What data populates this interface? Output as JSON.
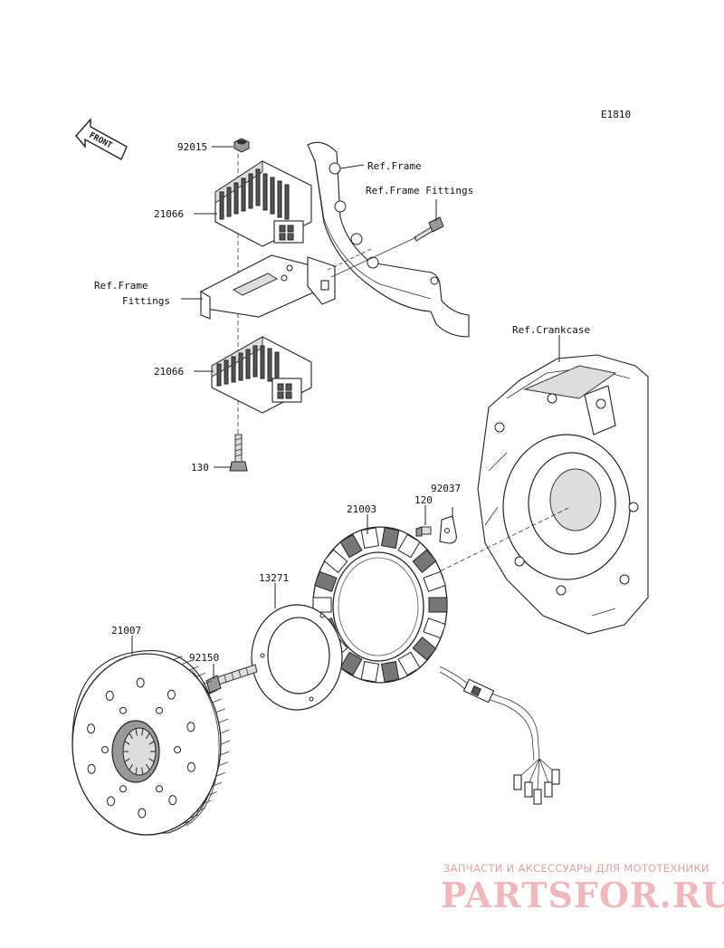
{
  "diagram_code": "E1810",
  "front_arrow_label": "FRONT",
  "callouts": {
    "p92015": "92015",
    "p21066_top": "21066",
    "p21066_bottom": "21066",
    "p130": "130",
    "ref_frame": "Ref.Frame",
    "ref_frame_fittings_right": "Ref.Frame Fittings",
    "ref_frame_fittings_left_1": "Ref.Frame",
    "ref_frame_fittings_left_2": "Fittings",
    "ref_crankcase": "Ref.Crankcase",
    "p92037": "92037",
    "p120": "120",
    "p21003": "21003",
    "p13271": "13271",
    "p21007": "21007",
    "p92150": "92150"
  },
  "watermark": {
    "tagline": "ЗАПЧАСТИ И АКСЕССУАРЫ ДЛЯ МОТОТЕХНИКИ",
    "logo": "PARTSFOR.RU"
  },
  "colors": {
    "line": "#222222",
    "watermark": "#f0b8bc"
  }
}
